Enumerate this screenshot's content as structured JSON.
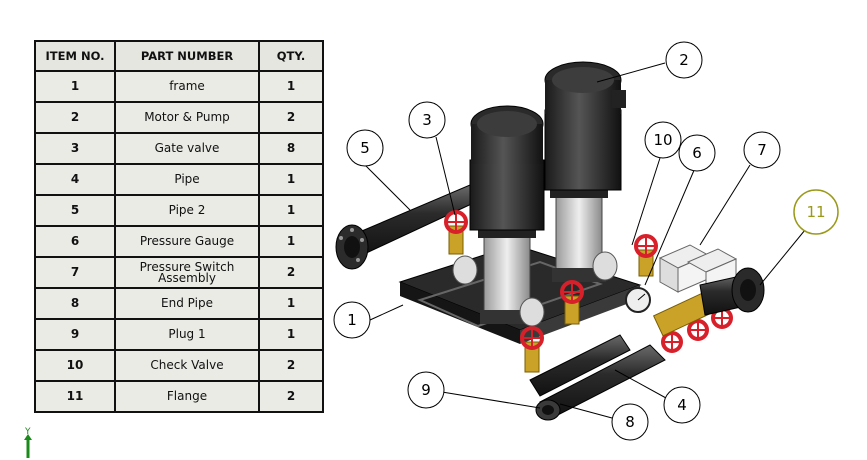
{
  "bom": {
    "headers": [
      "ITEM NO.",
      "PART NUMBER",
      "QTY."
    ],
    "rows": [
      {
        "item": "1",
        "part": "frame",
        "qty": "1"
      },
      {
        "item": "2",
        "part": "Motor & Pump",
        "qty": "2"
      },
      {
        "item": "3",
        "part": "Gate valve",
        "qty": "8"
      },
      {
        "item": "4",
        "part": "Pipe",
        "qty": "1"
      },
      {
        "item": "5",
        "part": "Pipe 2",
        "qty": "1"
      },
      {
        "item": "6",
        "part": "Pressure Gauge",
        "qty": "1"
      },
      {
        "item": "7",
        "part": "Pressure Switch Assembly",
        "qty": "2"
      },
      {
        "item": "8",
        "part": "End Pipe",
        "qty": "1"
      },
      {
        "item": "9",
        "part": "Plug 1",
        "qty": "1"
      },
      {
        "item": "10",
        "part": "Check Valve",
        "qty": "2"
      },
      {
        "item": "11",
        "part": "Flange",
        "qty": "2"
      }
    ]
  },
  "balloons": {
    "b1": "1",
    "b2": "2",
    "b3": "3",
    "b4": "4",
    "b5": "5",
    "b6": "6",
    "b7": "7",
    "b8": "8",
    "b9": "9",
    "b10": "10",
    "b11": "11"
  },
  "axis": {
    "label": "Y"
  },
  "colors": {
    "valve_red": "#d8202a",
    "brass": "#c9a227",
    "balloon_selected": "#9a9a1a"
  }
}
